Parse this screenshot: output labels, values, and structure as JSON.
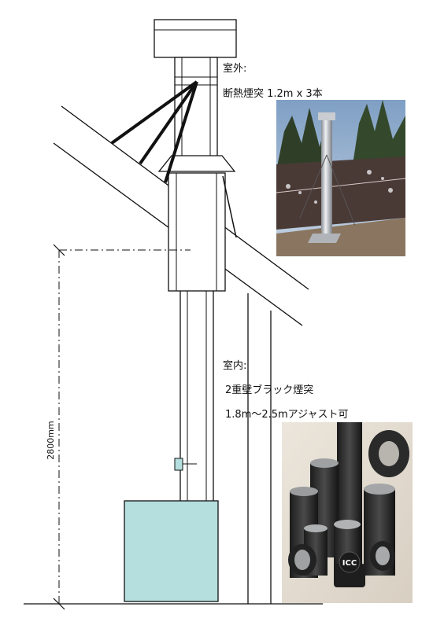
{
  "outdoor": {
    "heading": "室外:",
    "description": "断熱煙突 1.2m x 3本"
  },
  "indoor": {
    "heading": "室内:",
    "line1": "2重壁ブラック煙突",
    "line2": "1.8m〜2.5mアジャスト可"
  },
  "dimension": {
    "height_label": "2800mm"
  },
  "product_photo": {
    "logo_text": "ICC"
  },
  "colors": {
    "stove_fill": "#b5dede",
    "line": "#111111"
  }
}
